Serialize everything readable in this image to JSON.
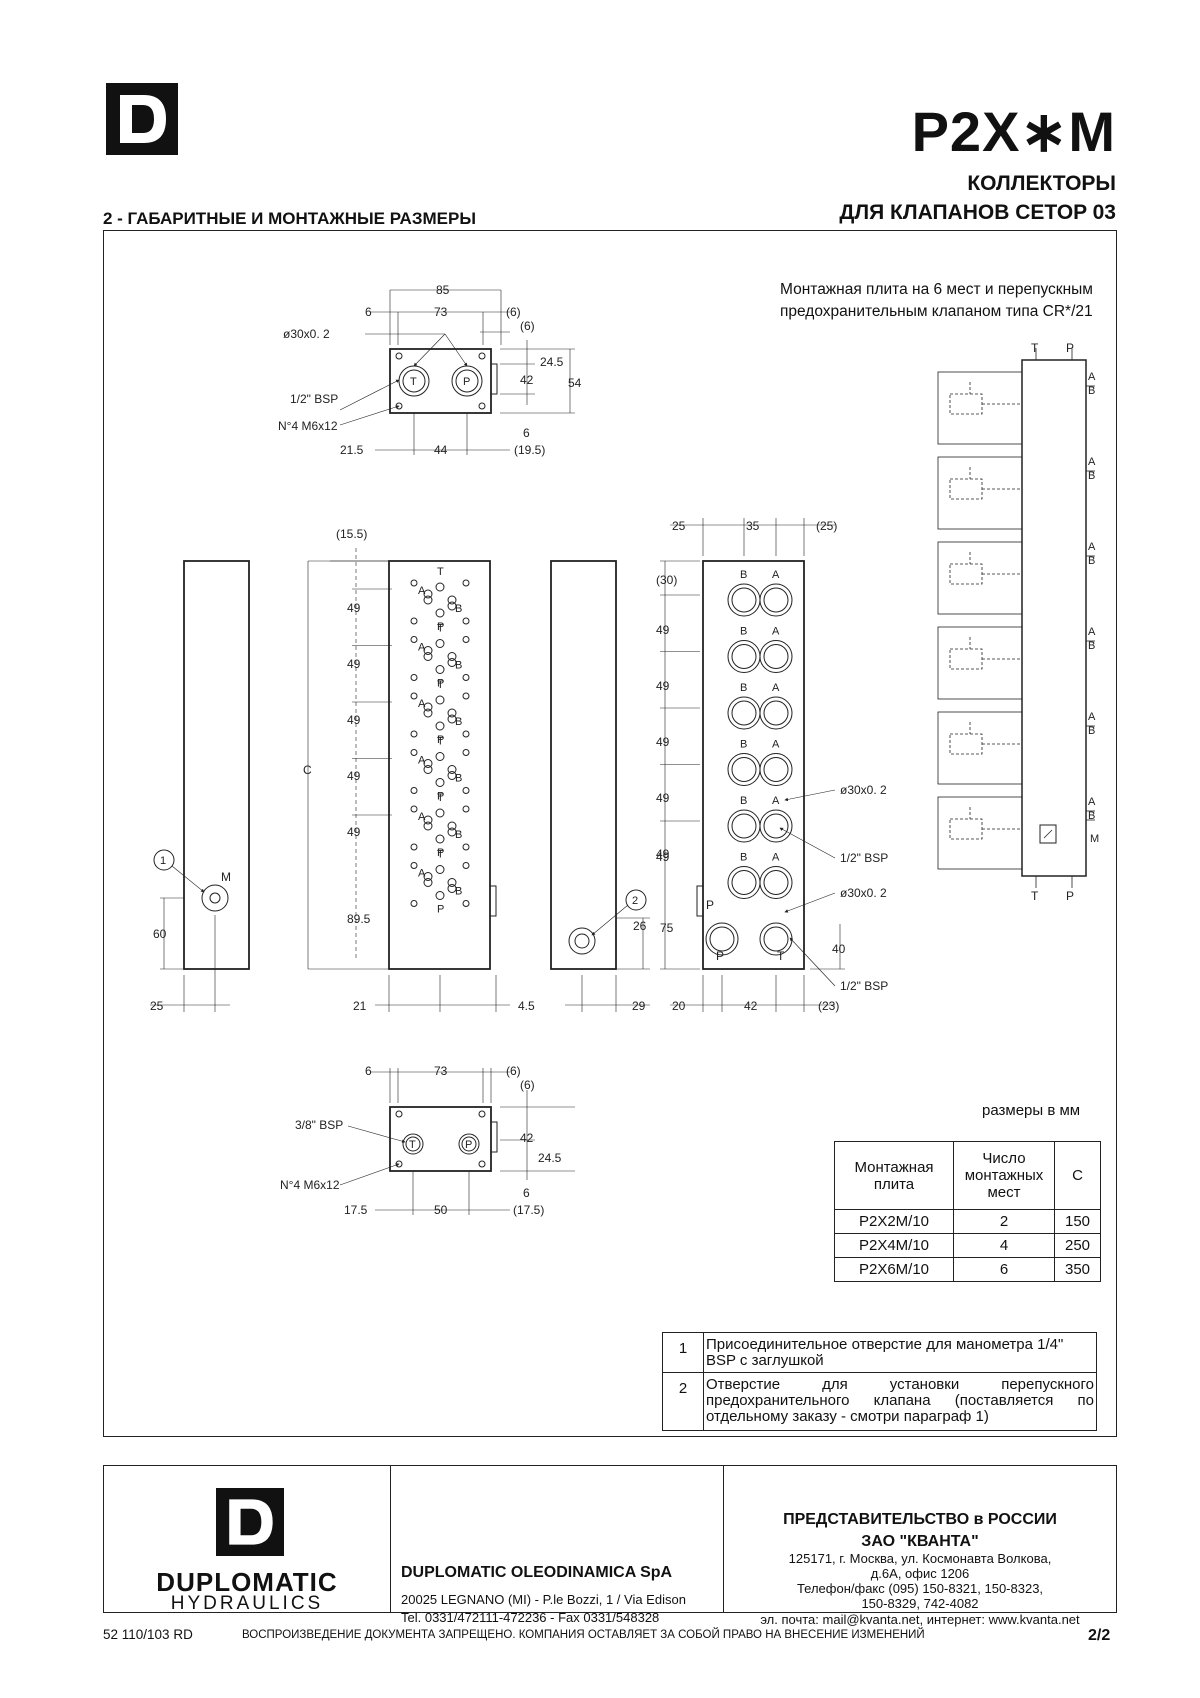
{
  "header": {
    "logo_letter": "D",
    "model": "P2X∗M",
    "subtitle1": "КОЛЛЕКТОРЫ",
    "subtitle2": "ДЛЯ КЛАПАНОВ CETOP 03",
    "section": "2 - ГАБАРИТНЫЕ И МОНТАЖНЫЕ РАЗМЕРЫ"
  },
  "drawing": {
    "caption_line1": "Монтажная плита на 6 мест и перепускным",
    "caption_line2": "предохранительным клапаном типа CR*/21",
    "top_view": {
      "dim_85": "85",
      "dim_6": "6",
      "dim_73": "73",
      "dim_6p": "(6)",
      "dim_6p2": "(6)",
      "dim_245": "24.5",
      "dim_42": "42",
      "dim_54": "54",
      "dim_6b": "6",
      "dim_215": "21.5",
      "dim_44": "44",
      "dim_195": "(19.5)",
      "lbl_o30": "ø30x0. 2",
      "lbl_bsp": "1/2\" BSP",
      "lbl_m6": "N°4  M6x12",
      "port_t": "T",
      "port_p": "P"
    },
    "side_views": {
      "dim_155": "(15.5)",
      "dim_49": "49",
      "dim_895": "89.5",
      "dim_c": "C",
      "dim_60": "60",
      "dim_25": "25",
      "dim_21": "21",
      "dim_45": "4.5",
      "dim_26": "26",
      "dim_29": "29",
      "lbl_m": "M",
      "callout_1": "1",
      "callout_2": "2",
      "port_a": "A",
      "port_b": "B",
      "port_t": "T",
      "port_p": "P"
    },
    "front_view": {
      "dim_25": "25",
      "dim_35": "35",
      "dim_25p": "(25)",
      "dim_30p": "(30)",
      "dim_49": "49",
      "dim_75": "75",
      "dim_40": "40",
      "dim_20": "20",
      "dim_42": "42",
      "dim_23p": "(23)",
      "lbl_o30": "ø30x0. 2",
      "lbl_bsp": "1/2\" BSP",
      "port_a": "A",
      "port_b": "B",
      "port_p": "P",
      "port_t": "T"
    },
    "bottom_view": {
      "dim_6": "6",
      "dim_73": "73",
      "dim_6p": "(6)",
      "dim_6p2": "(6)",
      "dim_42": "42",
      "dim_245": "24.5",
      "dim_6b": "6",
      "dim_175": "17.5",
      "dim_50": "50",
      "dim_175p": "(17.5)",
      "lbl_bsp": "3/8\" BSP",
      "lbl_m6": "N°4  M6x12",
      "port_t": "T",
      "port_p": "P"
    },
    "schematic": {
      "t": "T",
      "p": "P",
      "a": "A",
      "b": "B",
      "m": "M"
    }
  },
  "units_note": "размеры в мм",
  "models_table": {
    "headers": [
      "Монтажная плита",
      "Число монтажных мест",
      "C"
    ],
    "rows": [
      [
        "P2X2M/10",
        "2",
        "150"
      ],
      [
        "P2X4M/10",
        "4",
        "250"
      ],
      [
        "P2X6M/10",
        "6",
        "350"
      ]
    ]
  },
  "notes": [
    {
      "num": "1",
      "text": "Присоединительное отверстие для манометра 1/4\" BSP с заглушкой"
    },
    {
      "num": "2",
      "text": "Отверстие для установки перепускного предохранительного клапана (поставляется по отдельному заказу - смотри параграф 1)"
    }
  ],
  "footer": {
    "brand_name": "DUPLOMATIC",
    "brand_sub": "HYDRAULICS",
    "company": "DUPLOMATIC OLEODINAMICA SpA",
    "address": "20025 LEGNANO (MI) - P.le Bozzi, 1 / Via Edison",
    "phone": "Tel. 0331/472111-472236 - Fax 0331/548328",
    "rep_title": "ПРЕДСТАВИТЕЛЬСТВО в РОССИИ",
    "rep_company": "ЗАО \"КВАНТА\"",
    "rep_line1": "125171, г. Москва, ул. Космонавта Волкова,",
    "rep_line2": "д.6А, офис 1206",
    "rep_line3": "Телефон/факс (095) 150-8321, 150-8323,",
    "rep_line4": "150-8329, 742-4082",
    "rep_line5": "эл. почта: mail@kvanta.net,       интернет: www.kvanta.net"
  },
  "bottom": {
    "doc_code": "52 110/103 RD",
    "copyright": "ВОСПРОИЗВЕДЕНИЕ ДОКУМЕНТА ЗАПРЕЩЕНО. КОМПАНИЯ ОСТАВЛЯЕТ ЗА СОБОЙ ПРАВО НА ВНЕСЕНИЕ ИЗМЕНЕНИЙ",
    "page": "2/2"
  }
}
